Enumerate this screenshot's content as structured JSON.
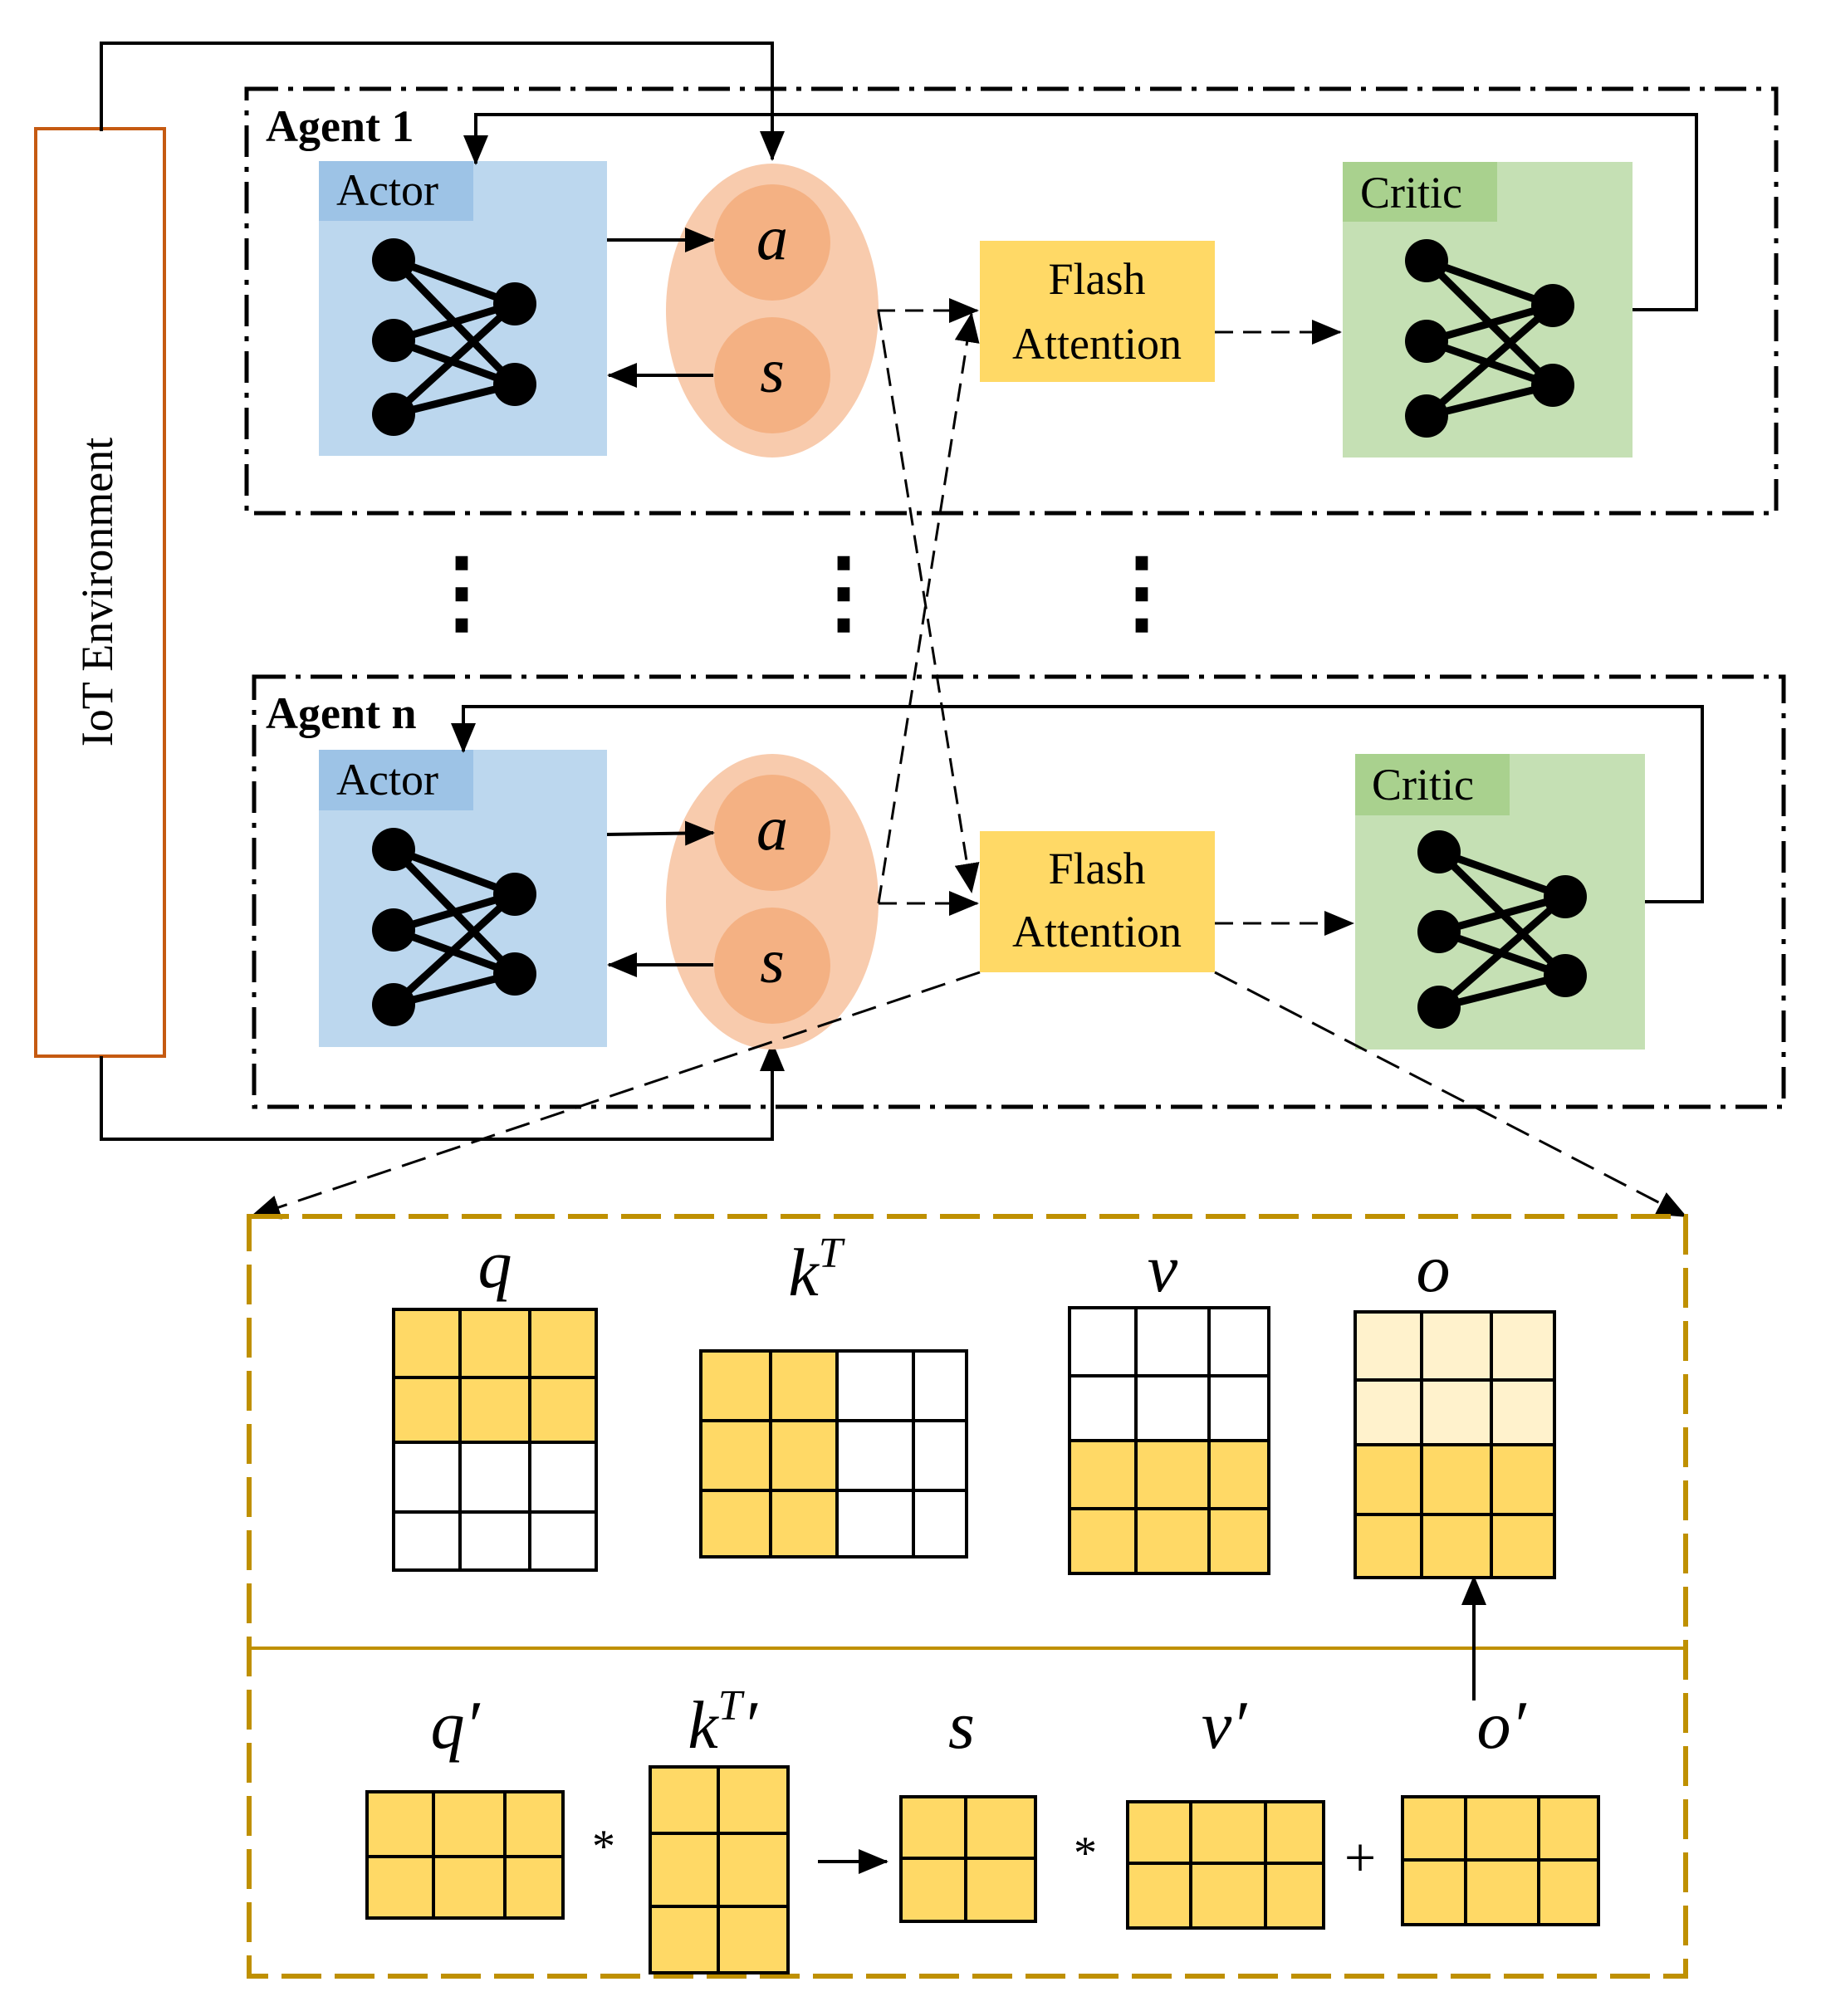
{
  "environment": {
    "label": "IoT Environment"
  },
  "agents": [
    {
      "title": "Agent 1",
      "actor": "Actor",
      "critic": "Critic",
      "action": "a",
      "state": "s",
      "attention_line1": "Flash",
      "attention_line2": "Attention"
    },
    {
      "title": "Agent n",
      "actor": "Actor",
      "critic": "Critic",
      "action": "a",
      "state": "s",
      "attention_line1": "Flash",
      "attention_line2": "Attention"
    }
  ],
  "ellipsis": "⋮",
  "detail": {
    "top": {
      "q": "q",
      "k": "k",
      "k_sup": "T",
      "v": "v",
      "o": "o"
    },
    "bottom": {
      "q": "q′",
      "k": "k",
      "k_sup": "T",
      "k_prime": "′",
      "s": "s",
      "v": "v′",
      "o": "o′",
      "times1": "*",
      "times2": "*",
      "plus": "+"
    }
  },
  "colors": {
    "actor": "#bcd7ee",
    "actor_tab": "#9dc3e6",
    "critic": "#c5e0b4",
    "critic_tab": "#a9d18e",
    "attention": "#ffd966",
    "ellipse_outer": "#f8cbad",
    "ellipse_inner": "#f4b183",
    "env_border": "#c55a11",
    "detail_border": "#bf9000",
    "cell_fill": "#ffd966",
    "cell_light": "#fff2cc"
  }
}
